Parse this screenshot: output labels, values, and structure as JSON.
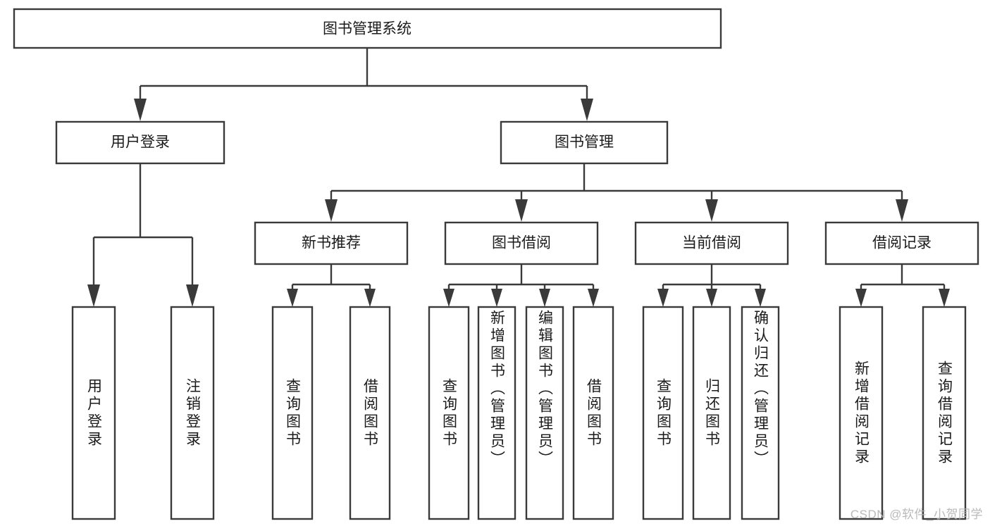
{
  "diagram": {
    "type": "tree-hierarchy",
    "title": "图书管理系统",
    "orientation": "top-down",
    "colors": {
      "box_stroke": "#3a3a3a",
      "box_fill": "#ffffff",
      "text": "#1b1b1b",
      "connector": "#3a3a3a",
      "background": "#ffffff",
      "watermark": "#b4b4b4"
    },
    "root": {
      "label": "图书管理系统"
    },
    "level2": [
      {
        "label": "用户登录"
      },
      {
        "label": "图书管理"
      }
    ],
    "level3": [
      {
        "label": "新书推荐"
      },
      {
        "label": "图书借阅"
      },
      {
        "label": "当前借阅"
      },
      {
        "label": "借阅记录"
      }
    ],
    "leaves": {
      "user_login": [
        {
          "label": "用户登录"
        },
        {
          "label": "注销登录"
        }
      ],
      "new_book_recommend": [
        {
          "label": "查询图书"
        },
        {
          "label": "借阅图书"
        }
      ],
      "book_borrow": [
        {
          "label": "查询图书"
        },
        {
          "label": "新增图书（管理员）"
        },
        {
          "label": "编辑图书（管理员）"
        },
        {
          "label": "借阅图书"
        }
      ],
      "current_borrow": [
        {
          "label": "查询图书"
        },
        {
          "label": "归还图书"
        },
        {
          "label": "确认归还（管理员）"
        }
      ],
      "borrow_record": [
        {
          "label": "新增借阅记录"
        },
        {
          "label": "查询借阅记录"
        }
      ]
    }
  },
  "watermark": {
    "text": "CSDN @软件_小贺同学"
  }
}
